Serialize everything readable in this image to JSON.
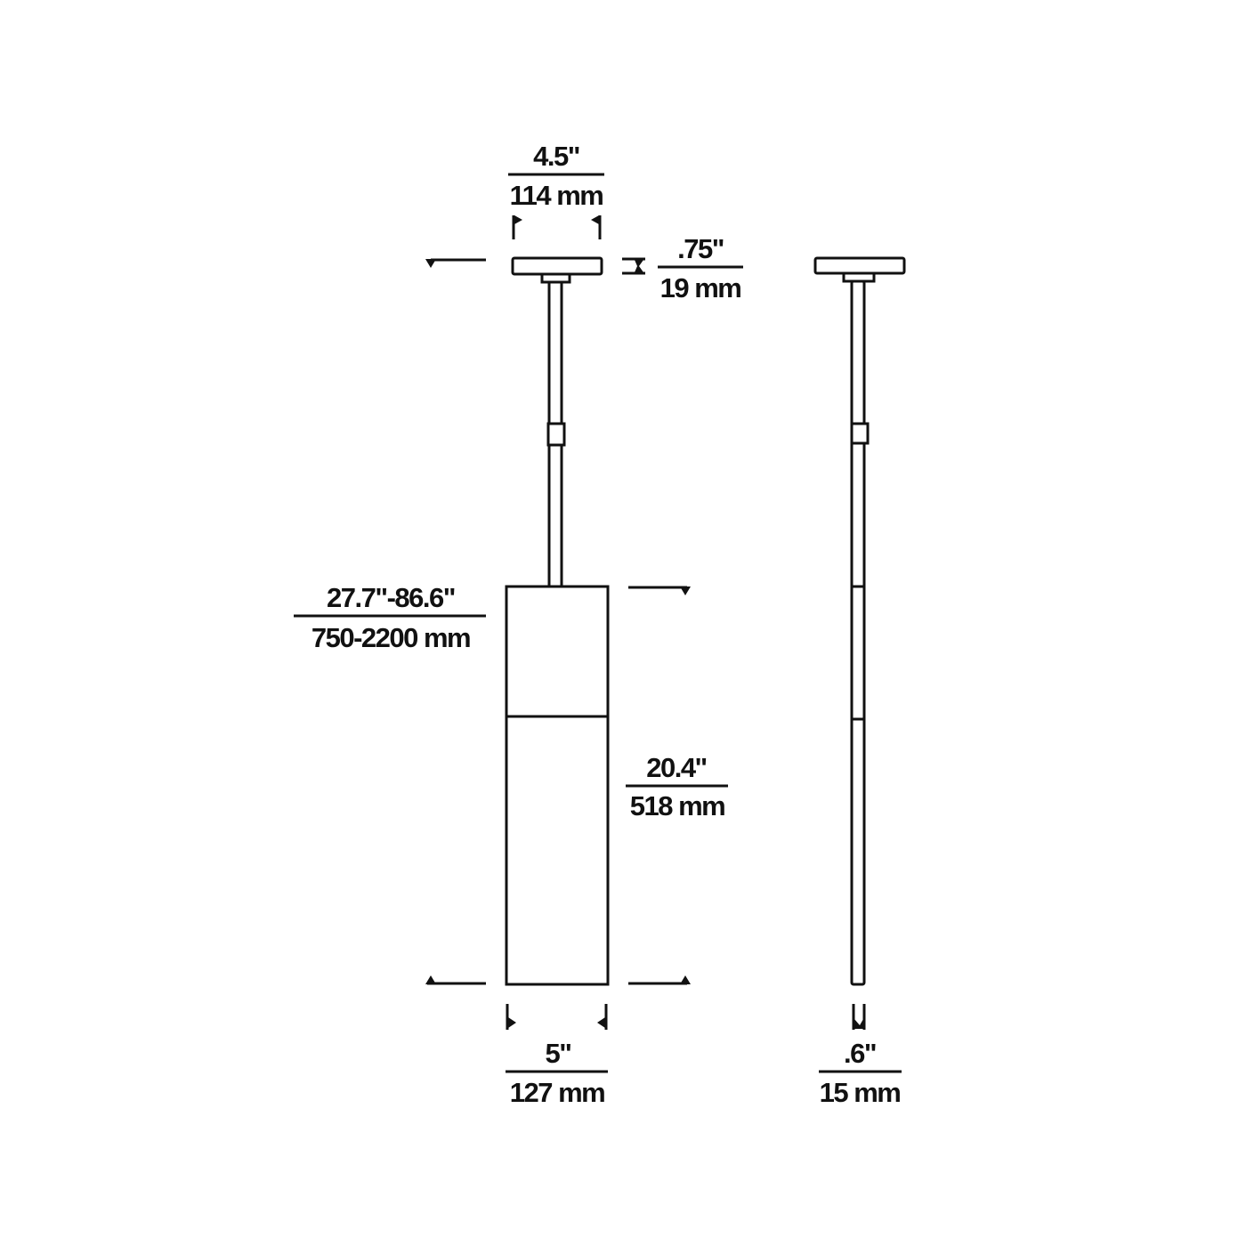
{
  "colors": {
    "ink": "#111111",
    "background": "#ffffff"
  },
  "dimensions": {
    "canopy_width": {
      "imperial": "4.5\"",
      "metric": "114 mm"
    },
    "canopy_height": {
      "imperial": ".75\"",
      "metric": "19 mm"
    },
    "overall_height": {
      "imperial": "27.7\"-86.6\"",
      "metric": "750-2200 mm"
    },
    "shade_height": {
      "imperial": "20.4\"",
      "metric": "518 mm"
    },
    "shade_width": {
      "imperial": "5\"",
      "metric": "127 mm"
    },
    "side_width": {
      "imperial": ".6\"",
      "metric": "15 mm"
    }
  }
}
